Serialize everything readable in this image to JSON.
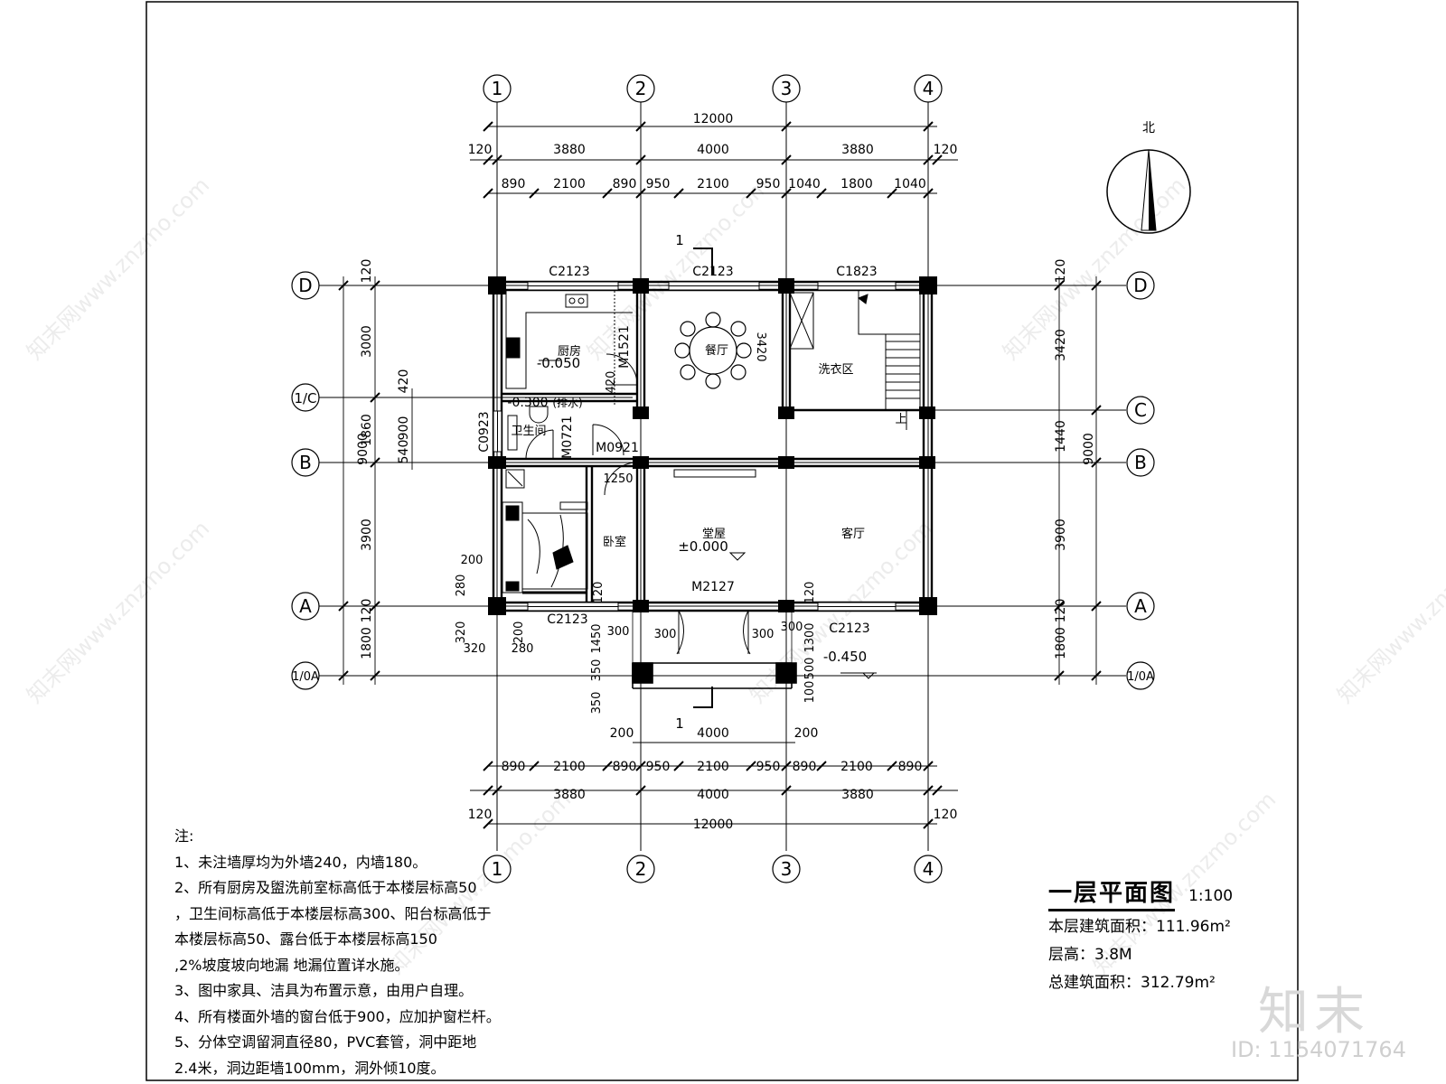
{
  "drawing": {
    "title": "一层平面图",
    "scale": "1:100",
    "area": "本层建筑面积：111.96m²",
    "floor_height": "层高：3.8M",
    "total_area": "总建筑面积：312.79m²"
  },
  "axes": {
    "vertical": [
      "1",
      "2",
      "3",
      "4"
    ],
    "horizontal_left": [
      "D",
      "1/C",
      "B",
      "A",
      "1/0A"
    ],
    "horizontal_right": [
      "D",
      "C",
      "B",
      "A",
      "1/0A"
    ]
  },
  "rooms": {
    "kitchen": "厨房",
    "kitchen_elev": "-0.050",
    "dining": "餐厅",
    "laundry": "洗衣区",
    "bathroom": "卫生间",
    "bedroom": "卧室",
    "hall": "堂屋",
    "hall_elev": "±0.000",
    "living": "客厅",
    "porch_elev": "-0.450",
    "bath_elev": "-0.300",
    "bath_note": "(排水)",
    "stair_up": "上"
  },
  "openings": {
    "c2123": "C2123",
    "c1823": "C1823",
    "m1521": "M1521",
    "c0923": "C0923",
    "m0721": "M0721",
    "m0921": "M0921",
    "m2127": "M2127"
  },
  "dims": {
    "total": "12000",
    "wall_120": "120",
    "bay_3880": "3880",
    "bay_4000": "4000",
    "top_seg": [
      "890",
      "2100",
      "890",
      "950",
      "2100",
      "950",
      "1040",
      "1800",
      "1040"
    ],
    "bot_seg": [
      "890",
      "2100",
      "890",
      "950",
      "2100",
      "950",
      "890",
      "2100",
      "890"
    ],
    "porch_200": "200",
    "left_total": "9000",
    "left_3000": "3000",
    "left_1860": "1860",
    "left_3900": "3900",
    "left_1800": "1800",
    "left_420": "420",
    "left_900": "900",
    "left_540": "540",
    "right_3420": "3420",
    "right_1440": "1440",
    "right_3900": "3900",
    "right_1800": "1800",
    "right_total": "9000",
    "d_1250": "1250",
    "d_280": "280",
    "d_320": "320",
    "d_300": "300",
    "d_1450": "1450",
    "d_1300": "1300",
    "d_350": "350",
    "d_500": "500",
    "d_100": "100",
    "d_420b": "420",
    "section": "1"
  },
  "compass": {
    "north": "北"
  },
  "notes": {
    "title": "注:",
    "lines": [
      "1、未注墙厚均为外墙240，内墙180。",
      "2、所有厨房及盥洗前室标高低于本楼层标高50",
      "，卫生间标高低于本楼层标高300、阳台标高低于",
      "本楼层标高50、露台低于本楼层标高150",
      ",2%坡度坡向地漏 地漏位置详水施。",
      "3、图中家具、洁具为布置示意，由用户自理。",
      "4、所有楼面外墙的窗台低于900，应加护窗栏杆。",
      "5、分体空调留洞直径80，PVC套管，洞中距地",
      "2.4米，洞边距墙100mm，洞外倾10度。"
    ]
  },
  "branding": {
    "logo": "知末",
    "image_id": "ID: 1154071764",
    "watermark": "知末网www.znzmo.com"
  }
}
